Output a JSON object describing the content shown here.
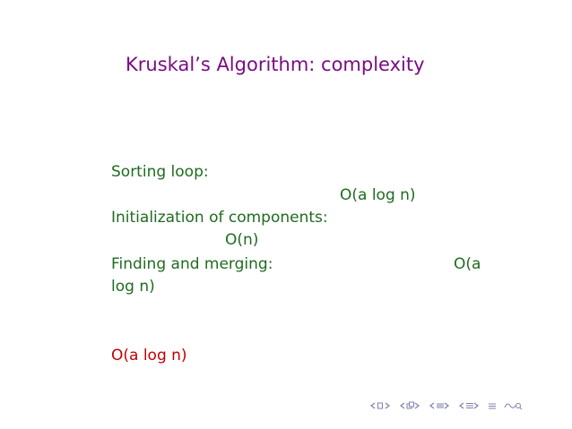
{
  "slide": {
    "title": "Kruskal’s Algorithm: complexity",
    "lines": [
      "Sorting loop:",
      "O(a log n)",
      "Initialization of components:",
      "O(n)",
      "Finding and merging:",
      "O(a",
      "log n)"
    ],
    "result": "O(a log n)"
  },
  "colors": {
    "title": "#7a0c84",
    "body": "#1f6b1f",
    "result": "#c00000",
    "nav": "#7f7fb0"
  },
  "navigation": {
    "icons": [
      "frame-prev-icon",
      "frame-icon",
      "frame-next-icon",
      "subsection-prev-icon",
      "subsection-icon",
      "subsection-next-icon",
      "section-prev-icon",
      "section-icon",
      "section-next-icon",
      "slide-prev-icon",
      "slide-icon",
      "slide-next-icon",
      "align-icon",
      "search-icon"
    ]
  }
}
